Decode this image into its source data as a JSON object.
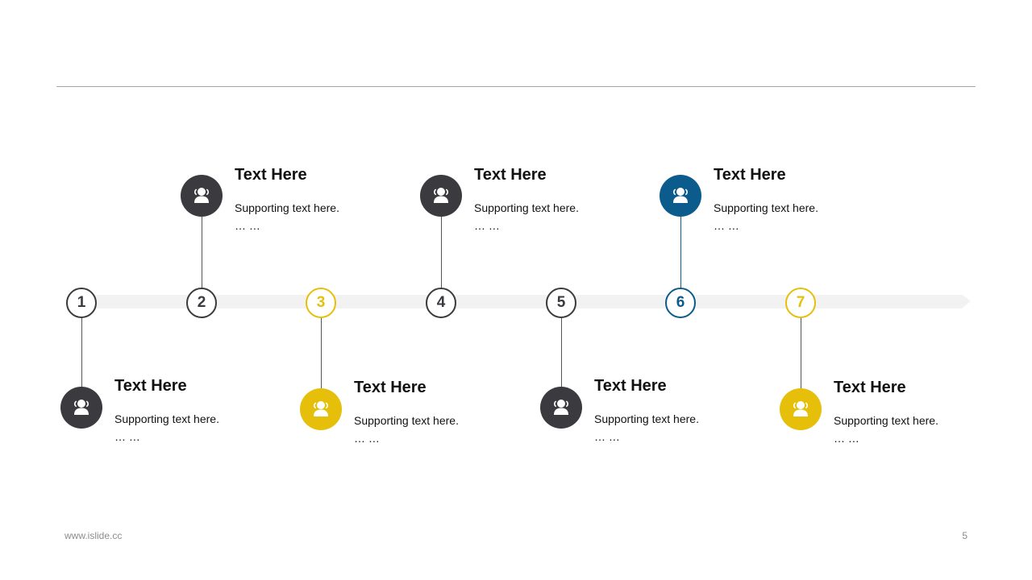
{
  "colors": {
    "dark": "#3a3a3f",
    "yellow": "#e6bf0a",
    "blue": "#0b5c8c",
    "track": "#f2f2f2",
    "rule": "#a6a6a6"
  },
  "steps": [
    {
      "number": "1",
      "color": "dark",
      "position": "below",
      "icon": "users-icon",
      "title": "Text Here",
      "support": "Supporting text here.",
      "ellipsis": "… …"
    },
    {
      "number": "2",
      "color": "dark",
      "position": "above",
      "icon": "users-icon",
      "title": "Text Here",
      "support": "Supporting text here.",
      "ellipsis": "… …"
    },
    {
      "number": "3",
      "color": "yellow",
      "position": "below",
      "icon": "users-icon",
      "title": "Text Here",
      "support": "Supporting text here.",
      "ellipsis": "… …"
    },
    {
      "number": "4",
      "color": "dark",
      "position": "above",
      "icon": "users-icon",
      "title": "Text Here",
      "support": "Supporting text here.",
      "ellipsis": "… …"
    },
    {
      "number": "5",
      "color": "dark",
      "position": "below",
      "icon": "users-icon",
      "title": "Text Here",
      "support": "Supporting text here.",
      "ellipsis": "… …"
    },
    {
      "number": "6",
      "color": "blue",
      "position": "above",
      "icon": "users-icon",
      "title": "Text Here",
      "support": "Supporting text here.",
      "ellipsis": "… …"
    },
    {
      "number": "7",
      "color": "yellow",
      "position": "below",
      "icon": "users-icon",
      "title": "Text Here",
      "support": "Supporting text here.",
      "ellipsis": "… …"
    }
  ],
  "footer": {
    "url": "www.islide.cc",
    "page": "5"
  }
}
